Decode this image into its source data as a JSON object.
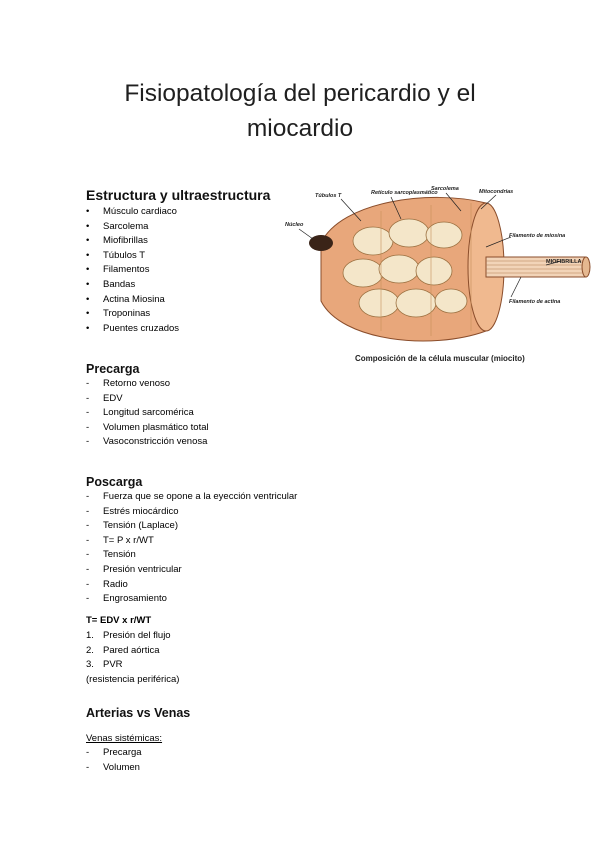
{
  "title_line1": "Fisiopatología del pericardio y el",
  "title_line2": "miocardio",
  "estructura": {
    "heading": "Estructura y ultraestructura",
    "items": [
      "Músculo cardiaco",
      "Sarcolema",
      "Miofibrillas",
      "Túbulos T",
      "Filamentos",
      "Bandas",
      "Actina Miosina",
      "Troponinas",
      "Puentes cruzados"
    ]
  },
  "figure": {
    "labels": {
      "tubulos": "Túbulos T",
      "reticulo": "Retículo sarcoplasmático",
      "sarcolema": "Sarcolema",
      "mitocondrias": "Mitocondrias",
      "nucleo": "Núcleo",
      "miosina": "Filamento de miosina",
      "miofibrilla": "MIOFIBRILLA",
      "actina": "Filamento de actina"
    },
    "caption": "Composición de la célula muscular (miocito)"
  },
  "precarga": {
    "heading": "Precarga",
    "items": [
      "Retorno venoso",
      "EDV",
      "Longitud sarcomérica",
      "Volumen plasmático total",
      "Vasoconstricción venosa"
    ]
  },
  "poscarga": {
    "heading": "Poscarga",
    "items": [
      "Fuerza que se opone a la eyección ventricular",
      "Estrés miocárdico",
      "Tensión (Laplace)",
      "T= P x r/WT",
      "Tensión",
      "Presión ventricular",
      "Radio",
      "Engrosamiento"
    ]
  },
  "formula": {
    "heading": "T= EDV x r/WT",
    "numbered": [
      "Presión del flujo",
      "Pared aórtica",
      "PVR"
    ],
    "note": "(resistencia periférica)"
  },
  "arterias": {
    "heading": "Arterias vs Venas"
  },
  "venas": {
    "heading": "Venas sistémicas:",
    "items": [
      "Precarga",
      "Volumen"
    ]
  }
}
